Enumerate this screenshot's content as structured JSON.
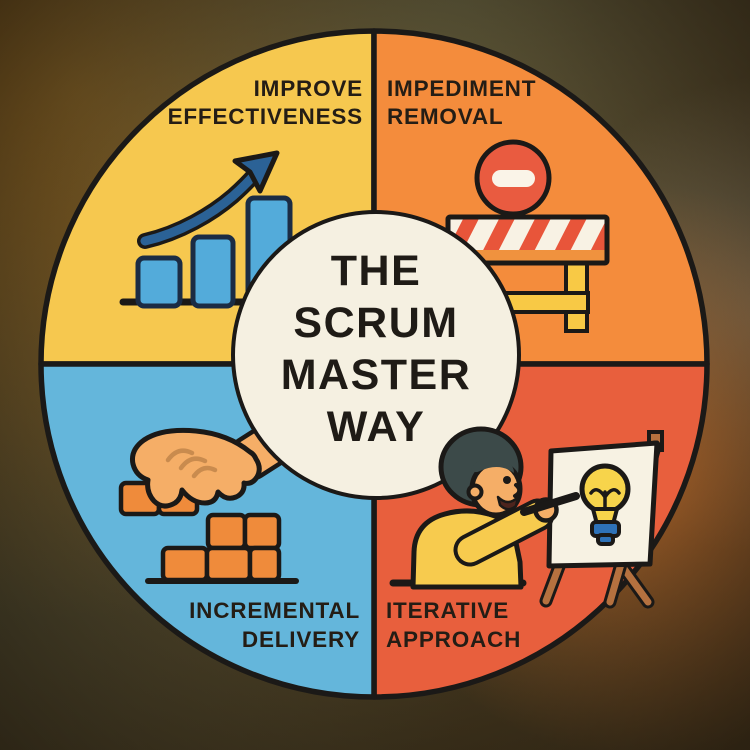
{
  "center_badge": {
    "line1": "THE",
    "line2": "SCRUM",
    "line3": "MASTER",
    "line4": "WAY",
    "bg_color": "#F5F0E1"
  },
  "quadrants": {
    "top_left": {
      "line1": "IMPROVE",
      "line2": "EFFECTIVENESS",
      "color": "#F6C84F",
      "icon": "growth-bar-chart-icon"
    },
    "top_right": {
      "line1": "IMPEDIMENT",
      "line2": "REMOVAL",
      "color": "#F48C3C",
      "icon": "no-entry-barrier-icon"
    },
    "bottom_left": {
      "line1": "INCREMENTAL",
      "line2": "DELIVERY",
      "color": "#64B6DB",
      "icon": "hand-stacking-bricks-icon"
    },
    "bottom_right": {
      "line1": "ITERATIVE",
      "line2": "APPROACH",
      "color": "#E85F3D",
      "icon": "person-drawing-lightbulb-icon"
    }
  },
  "palette": {
    "outline": "#1b1917",
    "label_text": "#241d15",
    "title_text": "#1f1b16",
    "bar_blue": "#53ABDA",
    "arrow_blue": "#2B6296",
    "sign_red": "#E95B40",
    "stripe_red": "#E8553A",
    "stripe_white": "#F8F2E4",
    "barrier_orange": "#F0923E",
    "leg_yellow": "#F8C945",
    "brick_orange": "#EF8B3B",
    "skin": "#F5AE67",
    "hair": "#3C4A49",
    "shirt_yellow": "#F7CB4E",
    "bulb_yellow": "#F7D44B",
    "bulb_base_blue": "#2E72B8",
    "easel_brown": "#B5713F",
    "canvas_cream": "#F7F2E3"
  }
}
